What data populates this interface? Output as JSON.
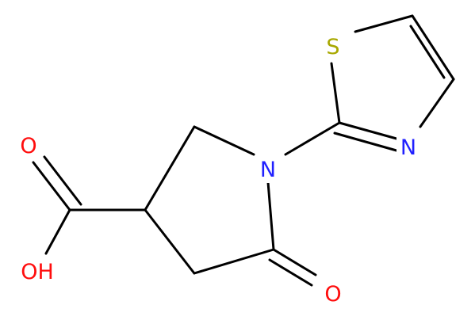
{
  "molecule": {
    "colors": {
      "bond": "#000000",
      "oxygen": "#ff0d0d",
      "nitrogen": "#2020ff",
      "sulfur": "#a8a800",
      "background": "#ffffff"
    },
    "atoms": {
      "sulfur": "S",
      "thiazole_nitrogen": "N",
      "pyrrolidine_nitrogen": "N",
      "carboxyl_oxygen": "O",
      "hydroxyl": "OH",
      "ketone_oxygen": "O"
    }
  }
}
